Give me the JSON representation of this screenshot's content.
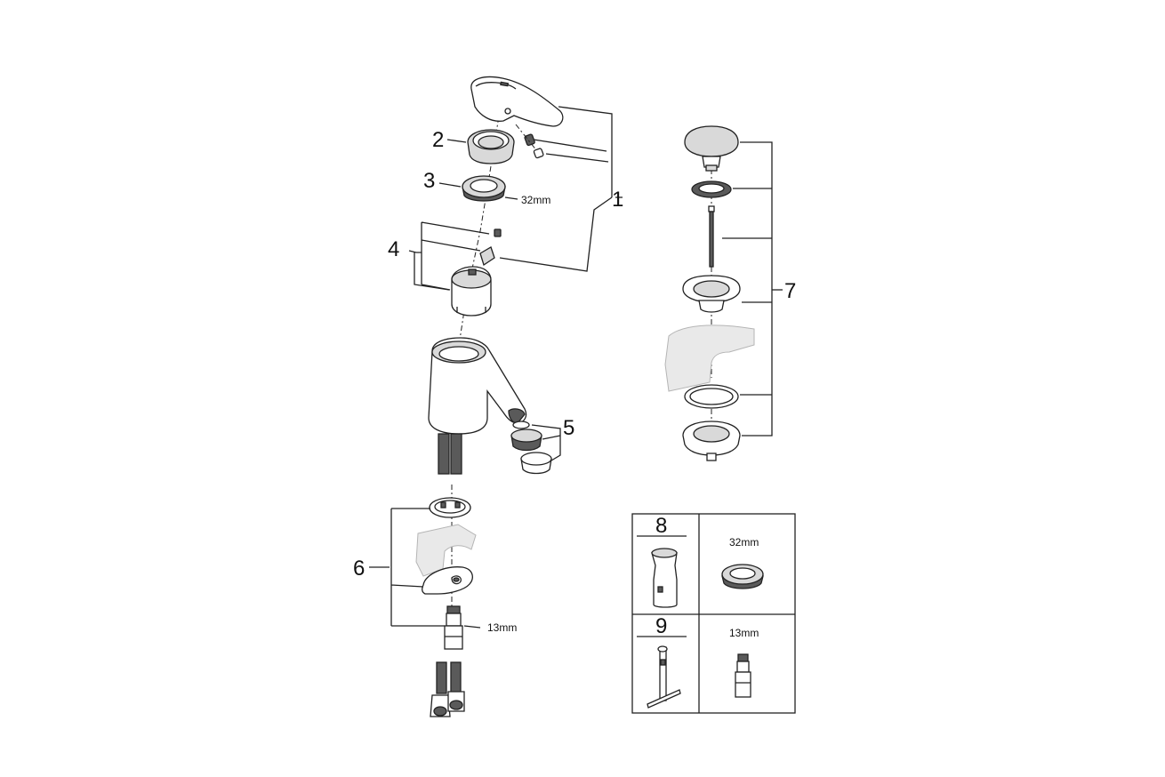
{
  "callouts": {
    "c1": "1",
    "c2": "2",
    "c3": "3",
    "c4": "4",
    "c5": "5",
    "c6": "6",
    "c7": "7"
  },
  "dimensions": {
    "nut_size": "32mm",
    "connector_size": "13mm"
  },
  "tools_table": {
    "row1": {
      "number": "8",
      "size": "32mm"
    },
    "row2": {
      "number": "9",
      "size": "13mm"
    }
  }
}
